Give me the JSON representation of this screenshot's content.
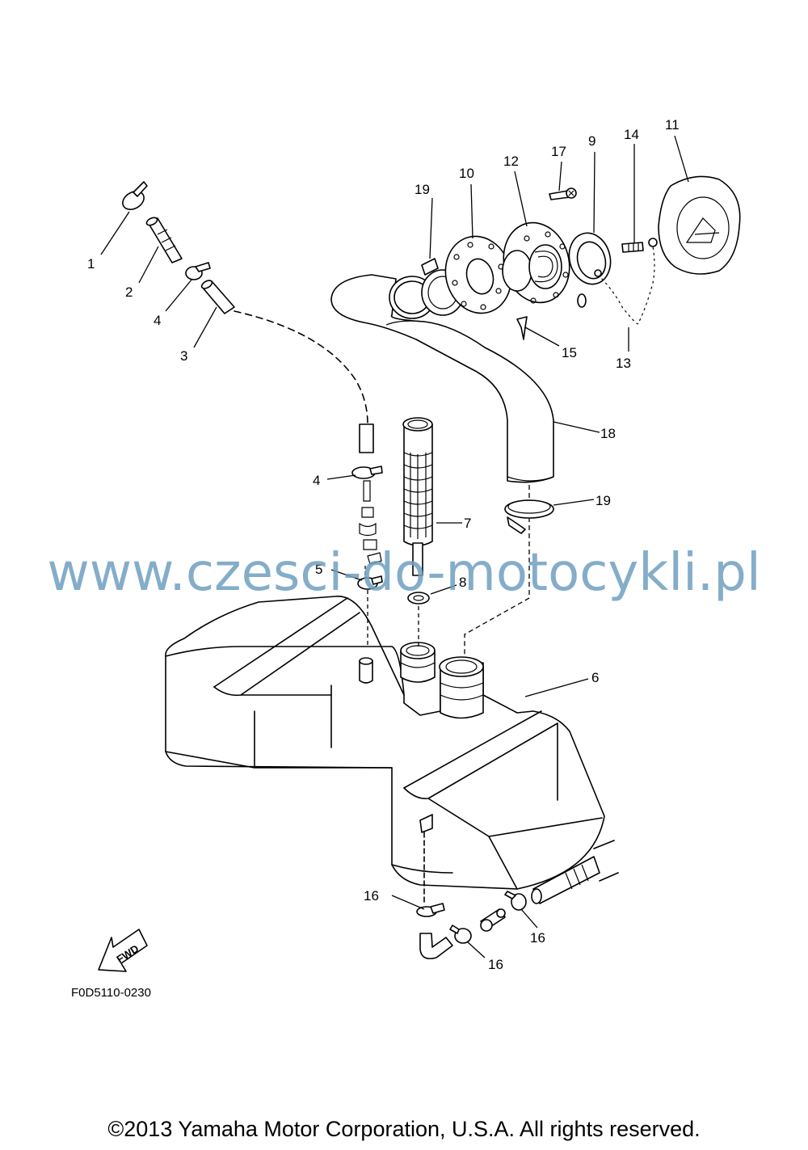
{
  "diagram": {
    "callouts": {
      "c1": "1",
      "c2": "2",
      "c3": "3",
      "c4a": "4",
      "c4b": "4",
      "c5": "5",
      "c6": "6",
      "c7": "7",
      "c8": "8",
      "c9": "9",
      "c10": "10",
      "c11": "11",
      "c12": "12",
      "c13": "13",
      "c14": "14",
      "c15": "15",
      "c16a": "16",
      "c16b": "16",
      "c16c": "16",
      "c17": "17",
      "c18": "18",
      "c19a": "19",
      "c19b": "19"
    },
    "fwd_label": "FWD",
    "figure_code": "F0D5110-0230"
  },
  "watermark": "www.czesci-do-motocykli.pl",
  "copyright": "©2013 Yamaha Motor Corporation, U.S.A. All rights reserved."
}
